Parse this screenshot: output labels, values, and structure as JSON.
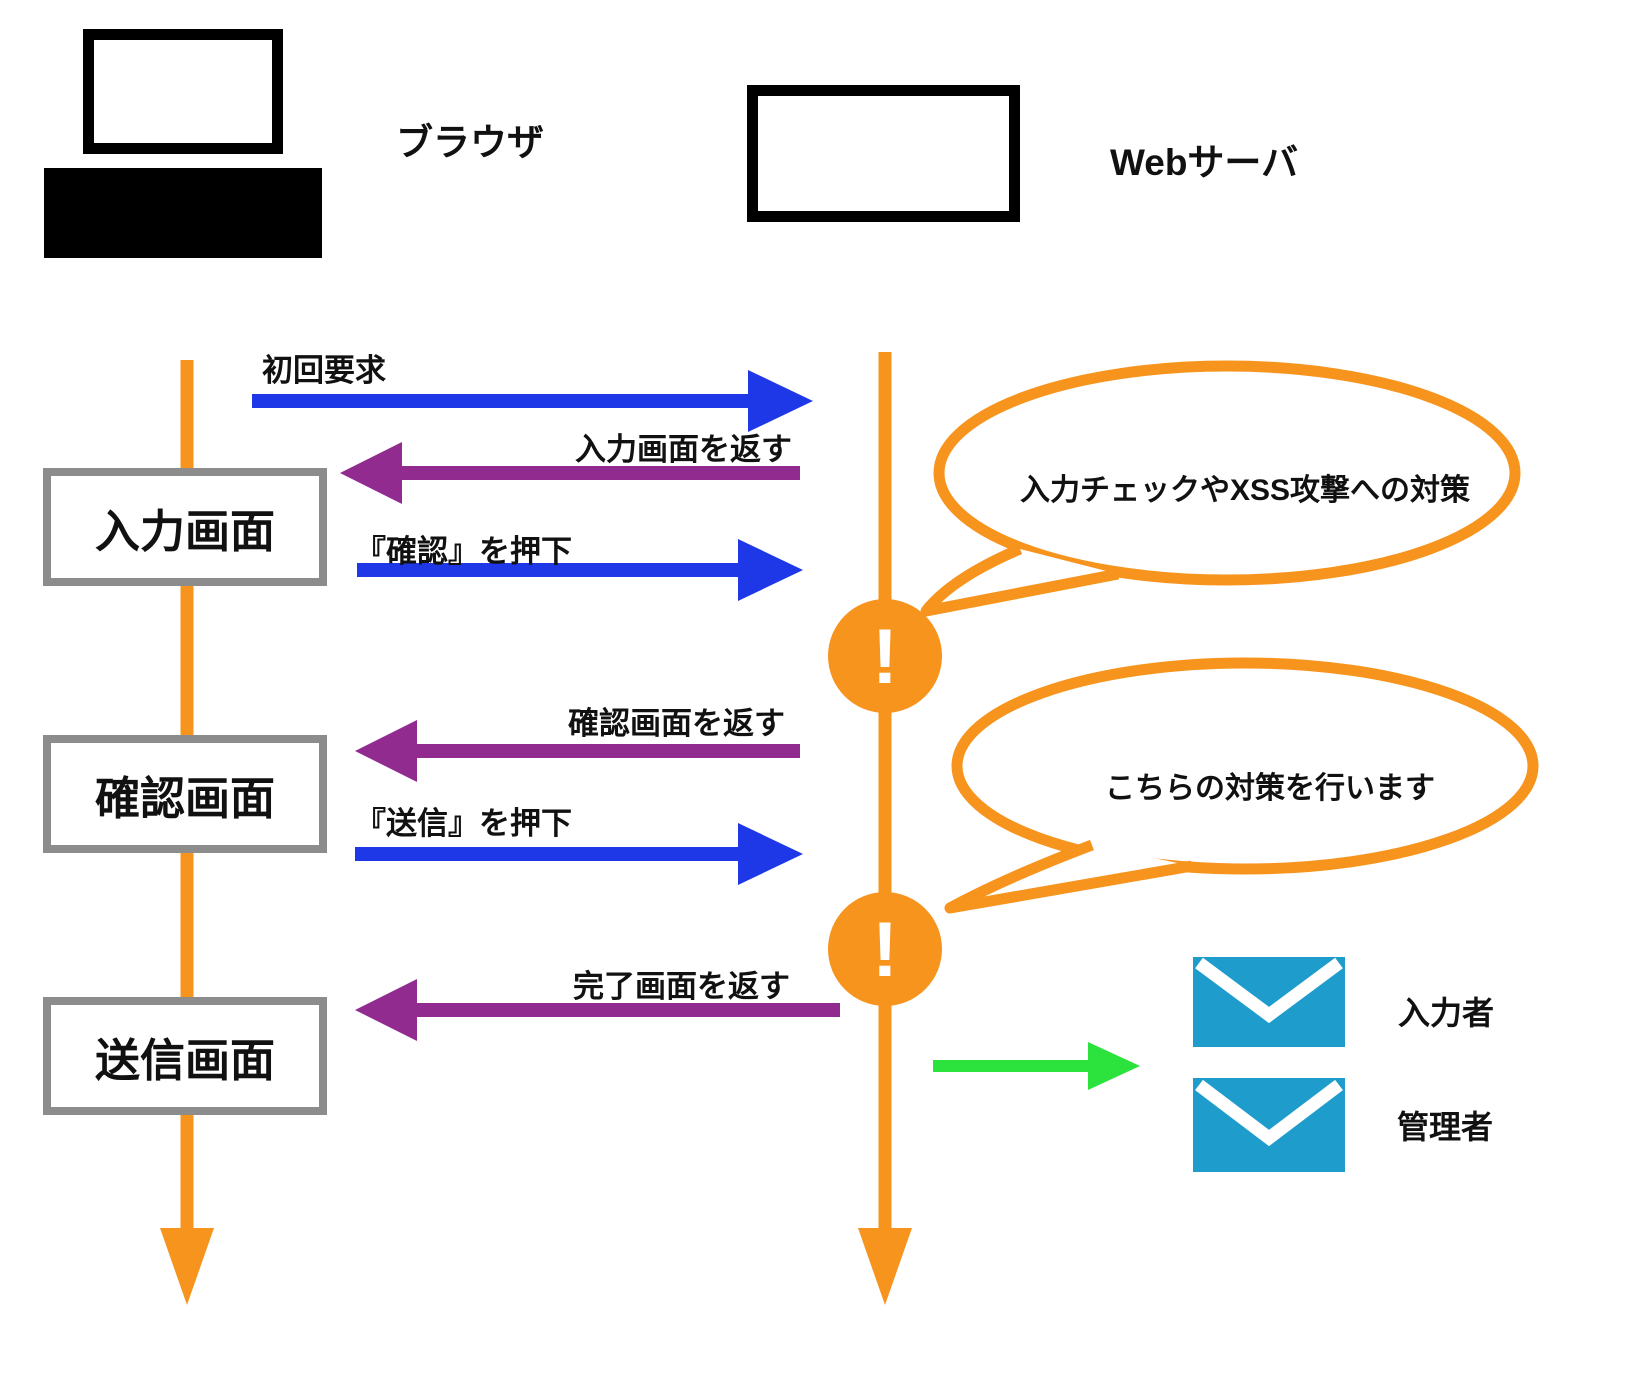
{
  "actors": {
    "browser": {
      "label": "ブラウザ"
    },
    "server": {
      "label": "Webサーバ"
    }
  },
  "screens": [
    {
      "label": "入力画面"
    },
    {
      "label": "確認画面"
    },
    {
      "label": "送信画面"
    }
  ],
  "messages": [
    {
      "label": "初回要求",
      "direction": "to-server",
      "color": "#1E38E8"
    },
    {
      "label": "入力画面を返す",
      "direction": "to-browser",
      "color": "#922B8F"
    },
    {
      "label": "『確認』を押下",
      "direction": "to-server",
      "color": "#1E38E8"
    },
    {
      "label": "確認画面を返す",
      "direction": "to-browser",
      "color": "#922B8F"
    },
    {
      "label": "『送信』を押下",
      "direction": "to-server",
      "color": "#1E38E8"
    },
    {
      "label": "完了画面を返す",
      "direction": "to-browser",
      "color": "#922B8F"
    }
  ],
  "alerts": [
    {
      "mark": "!"
    },
    {
      "mark": "!"
    }
  ],
  "callouts": [
    {
      "text": "入力チェックやXSS攻撃への対策"
    },
    {
      "text": "こちらの対策を行います"
    }
  ],
  "mail": {
    "recipients": [
      {
        "label": "入力者"
      },
      {
        "label": "管理者"
      }
    ]
  },
  "colors": {
    "lifeline_orange": "#F7941E",
    "request_blue": "#1E38E8",
    "response_purple": "#922B8F",
    "mail_green": "#2CE23C",
    "envelope_cyan": "#1E9CCC",
    "screen_border_gray": "#8C8C8C"
  }
}
